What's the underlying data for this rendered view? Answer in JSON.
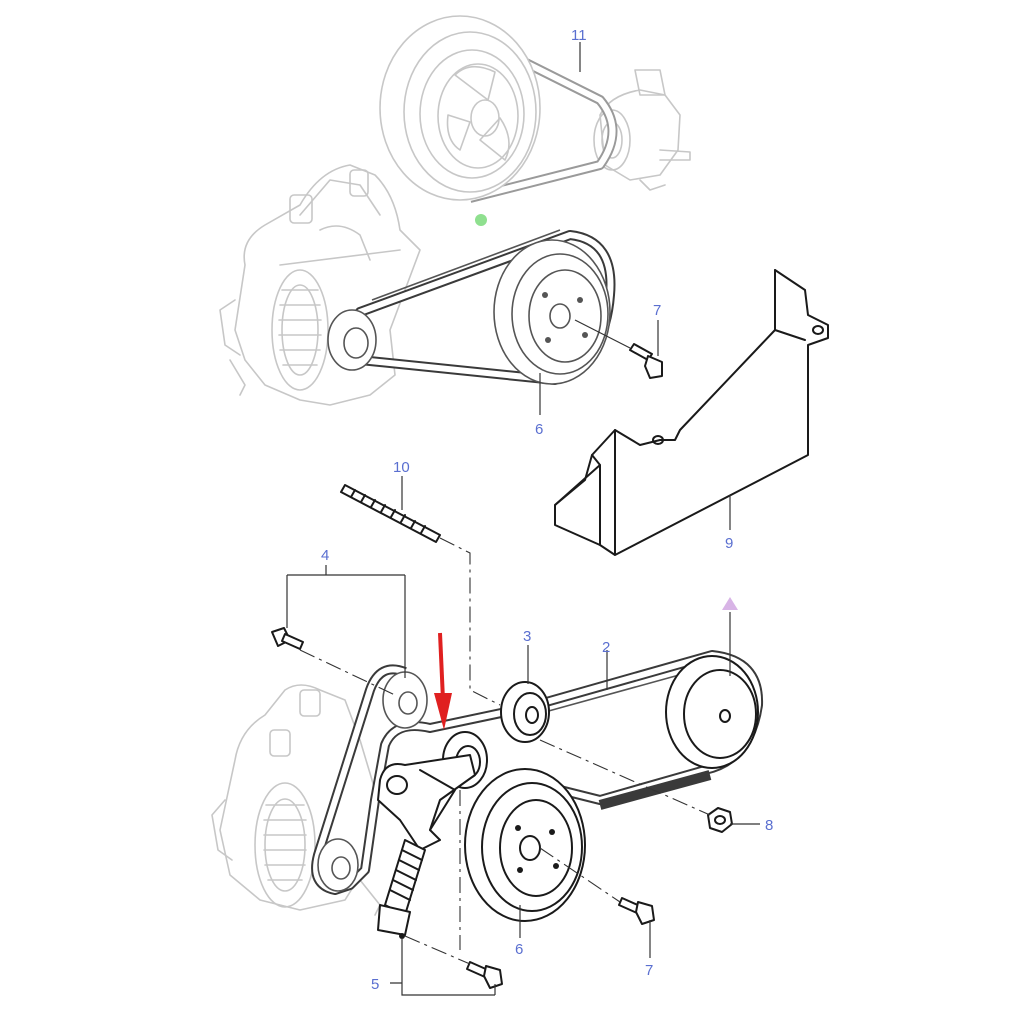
{
  "callouts": {
    "c11": "11",
    "c7_top": "7",
    "c6_top": "6",
    "c10": "10",
    "c9": "9",
    "c4": "4",
    "c3": "3",
    "c2": "2",
    "c8": "8",
    "c6_bottom": "6",
    "c7_bottom": "7",
    "c5": "5"
  },
  "colors": {
    "callout": "#5a6fd0",
    "pointer_arrow": "#e02020",
    "green_marker": "#8fe08f",
    "triangle_marker": "#d8b4e6"
  }
}
